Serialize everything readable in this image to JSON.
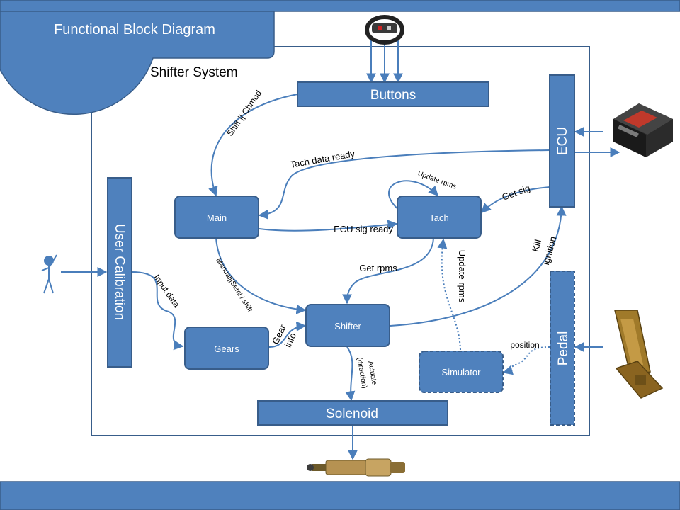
{
  "slide_title": "Functional Block Diagram",
  "system_label": "Shifter System",
  "blocks": {
    "buttons": "Buttons",
    "ecu": "ECU",
    "user_calibration": "User Calibration",
    "main": "Main",
    "tach": "Tach",
    "shifter": "Shifter",
    "gears": "Gears",
    "simulator": "Simulator",
    "solenoid": "Solenoid",
    "pedal": "Pedal"
  },
  "edges": {
    "shift_chmod": "Shift || Chmod",
    "tach_data_ready": "Tach data ready",
    "update_rpms_loop": "Update rpms",
    "get_sig": "Get sig",
    "ecu_sig_ready": "ECU sig ready",
    "input_data": "Input data",
    "manual_semi_shift": "Manual||Semi / shift",
    "get_rpms": "Get rpms",
    "update_rpms": "Update rpms",
    "kill_ignition_1": "Kill",
    "kill_ignition_2": "ignition",
    "gear_info_1": "Gear",
    "gear_info_2": "info",
    "actuate_1": "Actuate",
    "actuate_2": "(direction)",
    "position": "position"
  },
  "colors": {
    "theme_blue": "#4f81bd",
    "theme_dark": "#385d8a",
    "arrow": "#4a7ebb"
  },
  "icons": [
    "steering-wheel-icon",
    "ecu-module-icon",
    "stick-person-icon",
    "pedal-icon",
    "solenoid-actuator-icon"
  ]
}
